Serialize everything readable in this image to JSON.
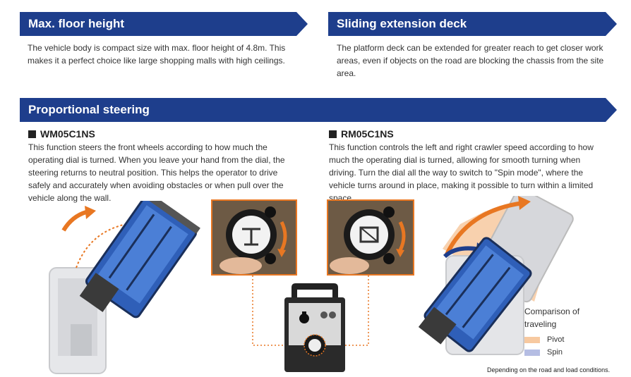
{
  "sections": {
    "floor": {
      "title": "Max. floor height",
      "body": "The vehicle body is compact size with max. floor height of 4.8m. This makes it a perfect choice like large shopping malls with high ceilings."
    },
    "deck": {
      "title": "Sliding extension deck",
      "body": "The platform deck can be extended for greater reach to get closer work areas, even if objects on the road are blocking the chassis from the site area."
    },
    "steering": {
      "title": "Proportional steering",
      "wm": {
        "model": "WM05C1NS",
        "body": "This function steers the front wheels according to how much the operating dial is turned. When you leave your hand from the dial, the steering returns to neutral position. This helps the operator to drive safely and accurately when avoiding obstacles or when pull over the vehicle along the wall."
      },
      "rm": {
        "model": "RM05C1NS",
        "body": "This function controls the left and right crawler speed according to how much the operating dial is turned, allowing for smooth turning when driving. Turn the dial all the way to switch to \"Spin mode\", where the vehicle turns around in place, making it possible to turn within a limited space."
      }
    }
  },
  "legend": {
    "title": "Comparison of traveling",
    "items": [
      {
        "label": "Pivot",
        "color": "#f7c9a0"
      },
      {
        "label": "Spin",
        "color": "#b5bde3"
      }
    ]
  },
  "footnote": "Depending on the road and load conditions.",
  "colors": {
    "banner": "#1e3e8c",
    "accent": "#e87722",
    "arrow_blue": "#1e3e8c"
  }
}
